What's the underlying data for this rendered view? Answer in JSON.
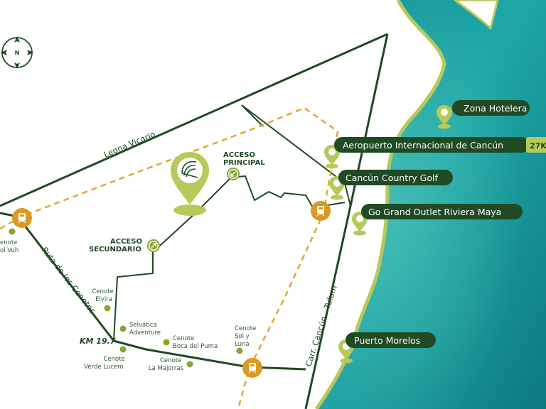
{
  "map": {
    "roads": {
      "leona_vicario": "Leona Vicario",
      "ruta_cenotes": "Ruta de los Cenotes",
      "carr_cancun_tulum": "Carr. Cancún - Tulum"
    },
    "km_marker": "KM 19.7",
    "compass": {
      "letter": "N"
    },
    "access": {
      "principal": [
        "ACCESO",
        "PRINCIPAL"
      ],
      "secundario": [
        "ACCESO",
        "SECUNDARIO"
      ]
    },
    "cenotes": [
      {
        "lines": [
          "Cenote",
          "Elvira"
        ]
      },
      {
        "lines": [
          "Selvática",
          "Adventure"
        ]
      },
      {
        "lines": [
          "Cenote",
          "Boca del Puma"
        ]
      },
      {
        "lines": [
          "Cenote",
          "Verde Lucero"
        ]
      },
      {
        "lines": [
          "Cenote",
          "La Majorras"
        ]
      },
      {
        "lines": [
          "Cenote",
          "Sol y",
          "Luna"
        ]
      },
      {
        "lines": [
          "enote",
          "ol Vuh"
        ]
      }
    ],
    "destinations": [
      {
        "label": "Zona Hotelera"
      },
      {
        "label": "Aeropuerto Internacional de Cancún",
        "distance": "27K"
      },
      {
        "label": "Cancún Country Golf"
      },
      {
        "label": "Go Grand Outlet Riviera Maya"
      },
      {
        "label": "Puerto Morelos"
      }
    ],
    "colors": {
      "road": "#1f4a24",
      "train_line": "#e0a92e",
      "train_station": "#d99a22",
      "poi_dot": "#8aa534",
      "label_bg": "#1f4a24",
      "sea": "#1fa3a6",
      "coast": "#b7c95a"
    },
    "icons": [
      "compass-icon",
      "train-icon",
      "location-pin-icon",
      "project-logo-icon",
      "access-arrow-icon"
    ]
  }
}
